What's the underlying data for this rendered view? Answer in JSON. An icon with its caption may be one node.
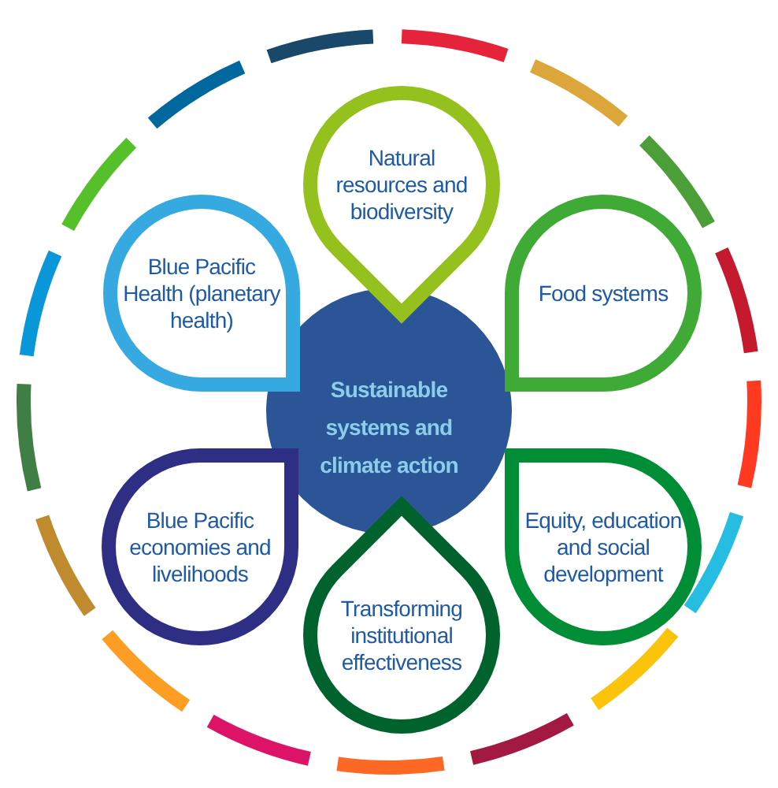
{
  "diagram": {
    "nodes": [
      {
        "text": [
          "Sustainable systems and climate action"
        ]
      },
      {
        "text": [
          "Natural resources and biodiversity"
        ]
      },
      {
        "text": [
          "Food systems"
        ]
      },
      {
        "text": [
          "Equity, education and social development"
        ]
      },
      {
        "text": [
          "Transforming institutional effectiveness"
        ]
      },
      {
        "text": [
          "Blue Pacific economies and livelihoods"
        ]
      },
      {
        "text": [
          "Blue Pacific Health (planetary health)"
        ]
      }
    ]
  }
}
